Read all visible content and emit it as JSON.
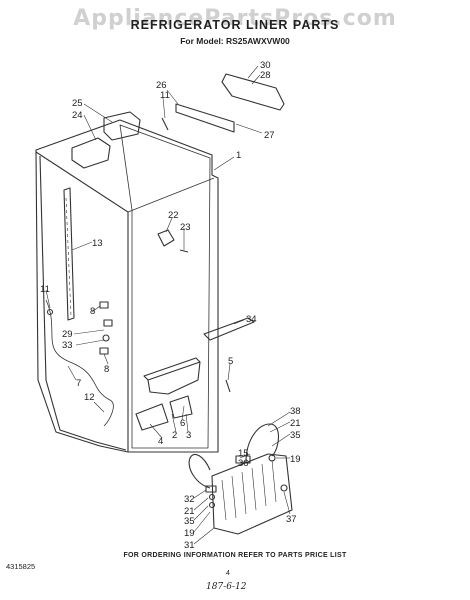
{
  "watermark": "AppliancePartsPros.com",
  "title": "REFRIGERATOR LINER PARTS",
  "model_line": "For Model: RS25AWXVW00",
  "footer_note": "FOR ORDERING INFORMATION REFER TO PARTS PRICE LIST",
  "doc_number": "4315825",
  "page_number": "4",
  "date_mark": "187-6-12",
  "callouts": {
    "c30": "30",
    "c28": "28",
    "c26": "26",
    "c11a": "11",
    "c25": "25",
    "c24": "24",
    "c27": "27",
    "c1": "1",
    "c22": "22",
    "c23": "23",
    "c13": "13",
    "c11b": "11",
    "c8a": "8",
    "c29": "29",
    "c33": "33",
    "c8b": "8",
    "c34": "34",
    "c7": "7",
    "c5": "5",
    "c12": "12",
    "c6": "6",
    "c2": "2",
    "c3": "3",
    "c4": "4",
    "c38": "38",
    "c21a": "21",
    "c35a": "35",
    "c15": "15",
    "c36": "36",
    "c19a": "19",
    "c32": "32",
    "c21b": "21",
    "c35b": "35",
    "c19b": "19",
    "c31": "31",
    "c37": "37"
  }
}
